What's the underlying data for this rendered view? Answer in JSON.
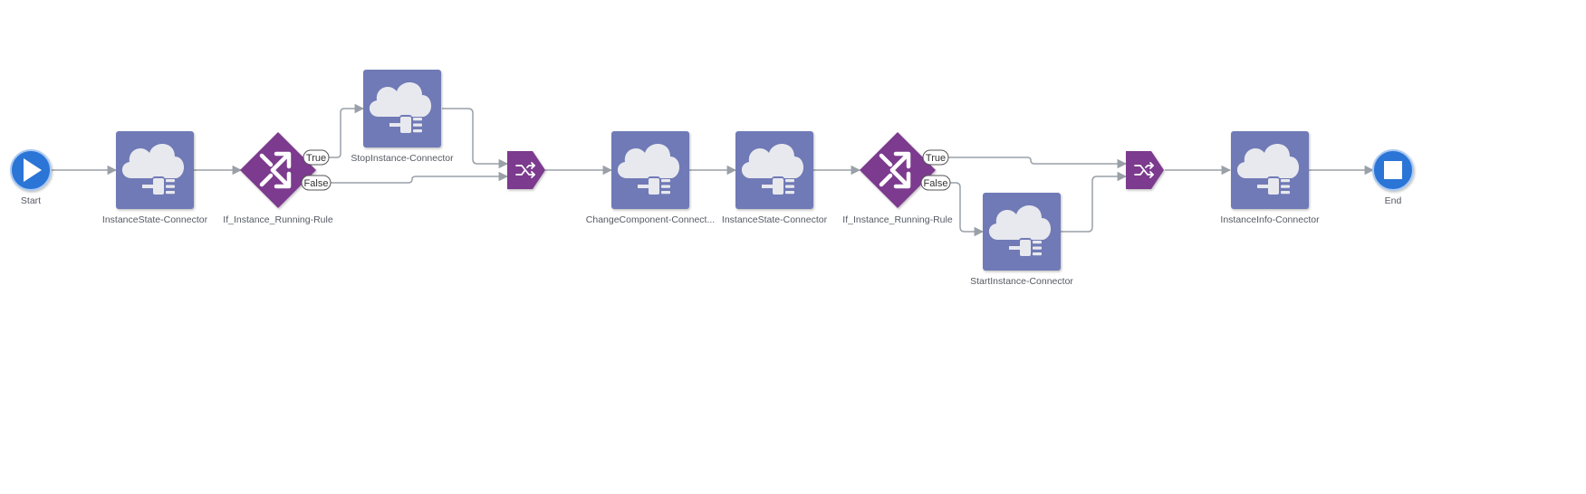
{
  "diagram": {
    "nodes": {
      "start": {
        "label": "Start"
      },
      "state1": {
        "label": "InstanceState-Connector"
      },
      "rule1": {
        "label": "If_Instance_Running-Rule"
      },
      "stop": {
        "label": "StopInstance-Connector"
      },
      "merge1": {
        "label": ""
      },
      "change": {
        "label": "ChangeComponent-Connect..."
      },
      "state2": {
        "label": "InstanceState-Connector"
      },
      "rule2": {
        "label": "If_Instance_Running-Rule"
      },
      "startinst": {
        "label": "StartInstance-Connector"
      },
      "merge2": {
        "label": ""
      },
      "info": {
        "label": "InstanceInfo-Connector"
      },
      "end": {
        "label": "End"
      }
    },
    "branches": {
      "rule1_true": "True",
      "rule1_false": "False",
      "rule2_true": "True",
      "rule2_false": "False"
    },
    "colors": {
      "connector": "#6f7ab6",
      "rule": "#7b3b8e",
      "terminal": "#2b74d6",
      "edge": "#9aa0a8"
    },
    "icons": {
      "connector": "cloud-plug-icon",
      "rule": "branch-arrows-icon",
      "merge": "merge-arrows-icon",
      "start": "play-icon",
      "end": "stop-icon"
    }
  }
}
